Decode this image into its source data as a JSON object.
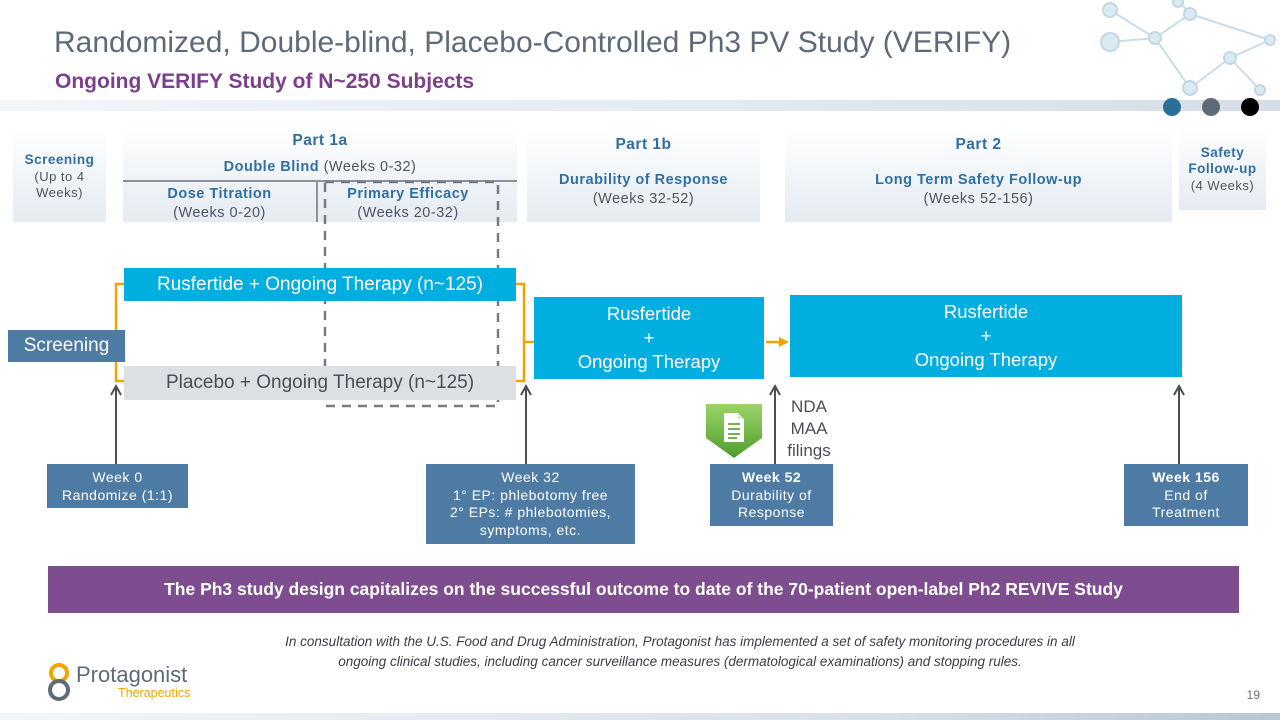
{
  "header": {
    "title": "Randomized, Double-blind, Placebo-Controlled Ph3 PV Study (VERIFY)",
    "subtitle": "Ongoing VERIFY Study of N~250 Subjects"
  },
  "phases": {
    "screening": {
      "label": "Screening",
      "detail_1": "(Up to 4",
      "detail_2": "Weeks)"
    },
    "part1a": {
      "label": "Part 1a",
      "double_blind": "Double Blind",
      "double_blind_weeks": " (Weeks 0-32)",
      "dose_titration": "Dose Titration",
      "dose_titration_weeks": "(Weeks 0-20)",
      "primary_efficacy": "Primary Efficacy",
      "primary_efficacy_weeks": "(Weeks 20-32)"
    },
    "part1b": {
      "label": "Part 1b",
      "title": "Durability of Response",
      "weeks": "(Weeks 32-52)"
    },
    "part2": {
      "label": "Part 2",
      "title": "Long Term Safety Follow-up",
      "weeks": "(Weeks 52-156)"
    },
    "safety": {
      "label_1": "Safety",
      "label_2": "Follow-up",
      "weeks": "(4 Weeks)"
    }
  },
  "arms": {
    "screening": "Screening",
    "rusfertide": "Rusfertide + Ongoing Therapy (n~125)",
    "placebo": "Placebo + Ongoing Therapy (n~125)",
    "part1b_line1": "Rusfertide",
    "part1b_line2": "+",
    "part1b_line3": "Ongoing Therapy",
    "part2_line1": "Rusfertide",
    "part2_line2": "+",
    "part2_line3": "Ongoing Therapy"
  },
  "filings": {
    "line1": "NDA",
    "line2": "MAA",
    "line3": "filings"
  },
  "milestones": {
    "week0": {
      "line1": "Week 0",
      "line2": "Randomize (1:1)"
    },
    "week32": {
      "line1": "Week 32",
      "line2": "1° EP: phlebotomy free",
      "line3": "2° EPs: # phlebotomies,",
      "line4": "symptoms, etc."
    },
    "week52": {
      "line1": "Week 52",
      "line2": "Durability of",
      "line3": "Response"
    },
    "week156": {
      "line1": "Week 156",
      "line2": "End of",
      "line3": "Treatment"
    }
  },
  "banner": "The Ph3 study design capitalizes on the successful outcome to date of the 70-patient open-label Ph2 REVIVE Study",
  "footnote": {
    "line1": "In consultation with the U.S. Food and Drug Administration, Protagonist has implemented a set of safety monitoring procedures in all",
    "line2": "ongoing clinical studies, including cancer surveillance measures (dermatological examinations) and stopping rules."
  },
  "logo": {
    "name": "Protagonist",
    "sub": "Therapeutics"
  },
  "page_number": "19",
  "colors": {
    "title": "#5f6a78",
    "subtitle": "#7b3f8c",
    "phase_text": "#2f6fa2",
    "arm_cyan": "#00aee0",
    "screening_box": "#4e7ba4",
    "placebo_box": "#dcdfe3",
    "arrow_orange": "#f0a500",
    "banner": "#7e4d8f",
    "dots": [
      "#2a6f97",
      "#5f6a78",
      "#000000"
    ]
  },
  "icons": {
    "document": "green-document-icon",
    "network": "molecule-network-icon"
  }
}
